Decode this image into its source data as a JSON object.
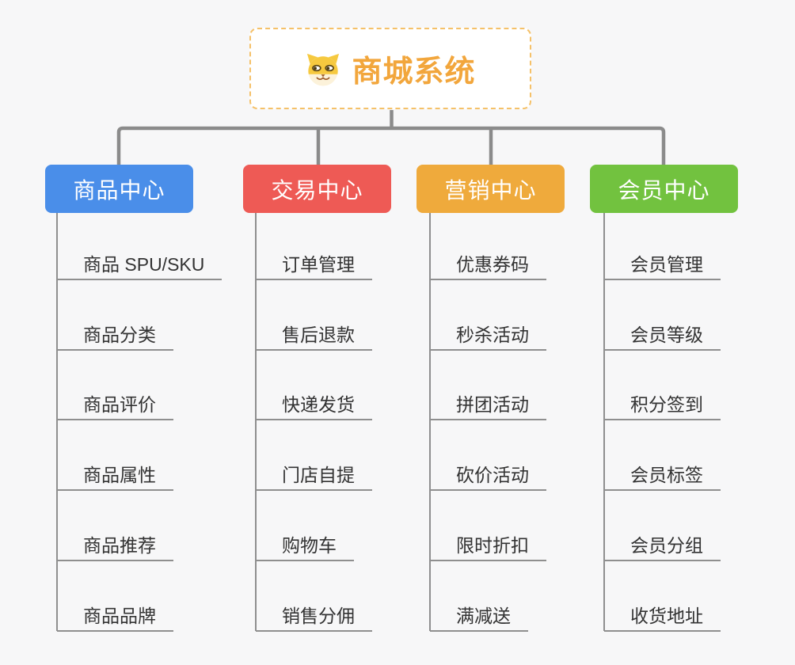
{
  "root": {
    "title": "商城系统",
    "icon": "dog-icon",
    "text_color": "#F2A63C",
    "border_color": "#F5C169"
  },
  "style": {
    "background": "#f7f7f8",
    "connector_color": "#8B8B8B",
    "leaf_line_color": "#8F8F8F",
    "leaf_text_color": "#333333"
  },
  "branches": [
    {
      "id": "product-center",
      "label": "商品中心",
      "color": "#4A8EE9",
      "items": [
        "商品 SPU/SKU",
        "商品分类",
        "商品评价",
        "商品属性",
        "商品推荐",
        "商品品牌"
      ]
    },
    {
      "id": "trade-center",
      "label": "交易中心",
      "color": "#EE5A55",
      "items": [
        "订单管理",
        "售后退款",
        "快递发货",
        "门店自提",
        "购物车",
        "销售分佣"
      ]
    },
    {
      "id": "marketing-center",
      "label": "营销中心",
      "color": "#EFAA3C",
      "items": [
        "优惠券码",
        "秒杀活动",
        "拼团活动",
        "砍价活动",
        "限时折扣",
        "满减送"
      ]
    },
    {
      "id": "member-center",
      "label": "会员中心",
      "color": "#72C23F",
      "items": [
        "会员管理",
        "会员等级",
        "积分签到",
        "会员标签",
        "会员分组",
        "收货地址"
      ]
    }
  ]
}
